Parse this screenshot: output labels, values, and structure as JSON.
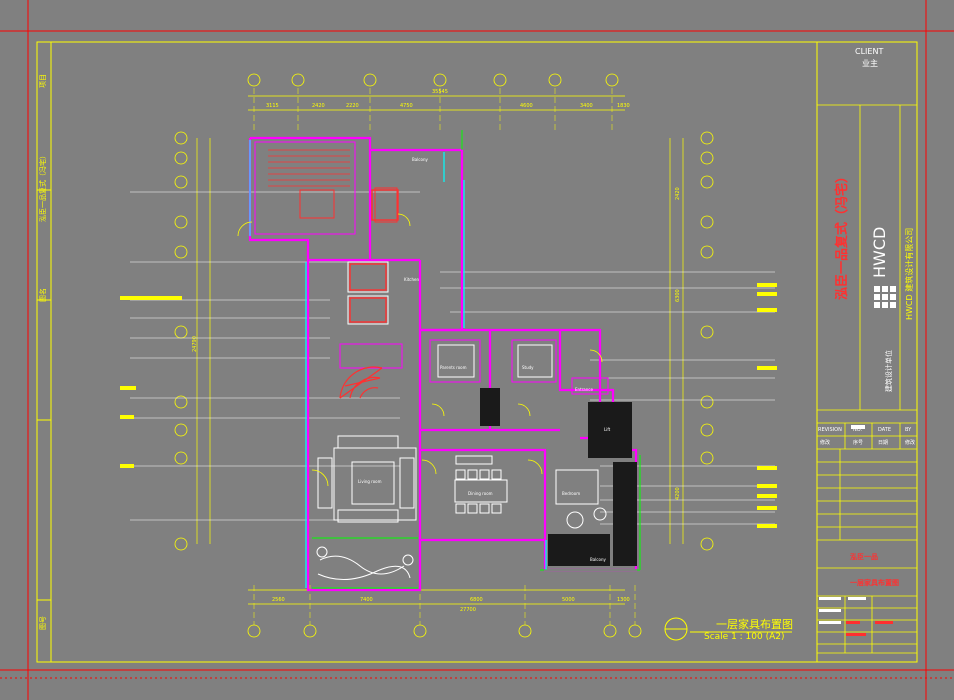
{
  "colors": {
    "background": "#808080",
    "frame": "#ffff00",
    "wall": "#ff00ff",
    "furniture": "#ffffff",
    "accent_red": "#ff3030",
    "accent_cyan": "#00ffff",
    "accent_green": "#00ff00",
    "crop_marks": "#ff0000"
  },
  "title_block": {
    "client_en": "CLIENT",
    "client_cn": "业主",
    "project_name": "泓臣一品复式（冯宅）",
    "company_logo": "HWCD",
    "company_name": "HWCD 建筑设计有限公司",
    "company_sub": "建筑设计单位",
    "rev_header": [
      "REVISION",
      "NO.",
      "DATE",
      "BY"
    ],
    "rev_header_cn": [
      "修改",
      "序号",
      "日期",
      "修改"
    ],
    "sheet_title": "一层家具布置图",
    "project_short": "泓臣一品"
  },
  "plan": {
    "title": "一层家具布置图",
    "scale": "Scale  1 : 100 (A2)",
    "top_total": "35545",
    "top_dims": [
      "3115",
      "2420",
      "2220",
      "4750",
      "4600",
      "3400",
      "1830"
    ],
    "bottom_total": "27700",
    "bottom_dims": [
      "2560",
      "7400",
      "6800",
      "5000",
      "1300"
    ],
    "left_total": "24790",
    "right_dims": [
      "2420",
      "6300",
      "4200"
    ]
  },
  "left_strip": {
    "label_1": "项目",
    "label_2": "泓臣一品复式（冯宅）",
    "label_3": "图名",
    "label_4": "图号"
  },
  "room_labels": [
    "Balcony",
    "Kitchen",
    "Dining room",
    "Living room",
    "Bedroom",
    "Parents room",
    "Study",
    "Balcony",
    "Entrance",
    "Lift"
  ],
  "icons": {
    "logo_grid": "hwcd-logo-icon",
    "scale_marker": "section-marker-icon"
  }
}
